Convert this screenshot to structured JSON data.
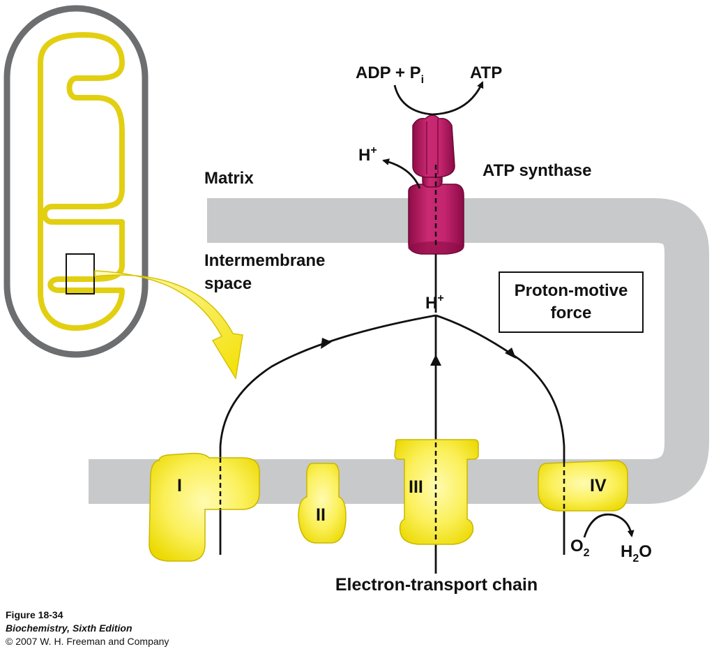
{
  "labels": {
    "adp": "ADP + P",
    "pi_sub": "i",
    "atp": "ATP",
    "h_plus_top": "H",
    "plus": "+",
    "atp_synthase": "ATP synthase",
    "matrix": "Matrix",
    "intermembrane_1": "Intermembrane",
    "intermembrane_2": "space",
    "pmf_1": "Proton-motive",
    "pmf_2": "force",
    "h_plus_center": "H",
    "o2": "O",
    "o2_sub": "2",
    "h2o_h": "H",
    "h2o_sub": "2",
    "h2o_o": "O",
    "etc": "Electron-transport chain"
  },
  "complexes": {
    "c1": "I",
    "c2": "II",
    "c3": "III",
    "c4": "IV"
  },
  "caption": {
    "figure": "Figure 18-34",
    "book": "Biochemistry, Sixth Edition",
    "copyright": "© 2007 W. H. Freeman and Company"
  },
  "colors": {
    "membrane": "#c8c9cb",
    "complex_yellow": "#f5e400",
    "atp_synthase": "#b0185f",
    "outer_membrane": "#6d6e70",
    "inner_membrane": "#e2cf12"
  }
}
